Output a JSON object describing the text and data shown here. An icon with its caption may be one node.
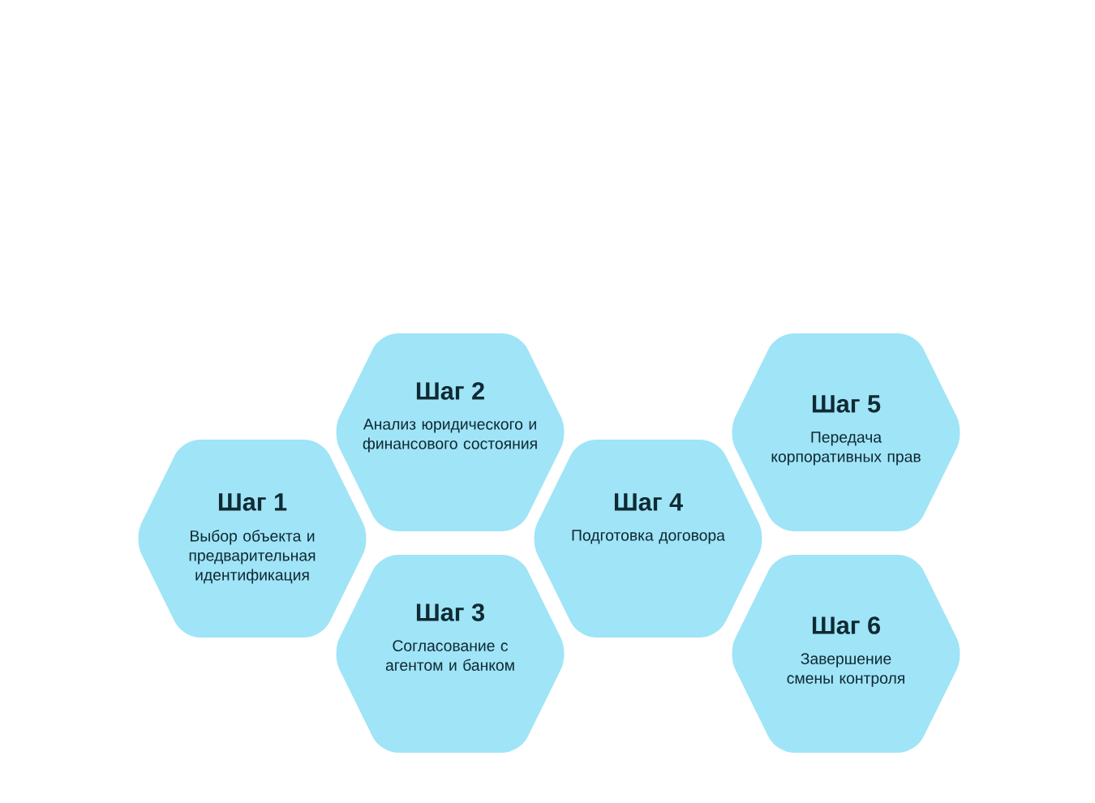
{
  "diagram": {
    "nodes": [
      {
        "text": [
          "Шаг 1",
          "Выбор объекта и предварительная идентификация"
        ]
      },
      {
        "text": [
          "Шаг 2",
          "Анализ юридического и финансового состояния"
        ]
      },
      {
        "text": [
          "Шаг 3",
          "Согласование с агентом и банком"
        ]
      },
      {
        "text": [
          "Шаг 4",
          "Подготовка договора"
        ]
      },
      {
        "text": [
          "Шаг 5",
          "Передача корпоративных прав"
        ]
      },
      {
        "text": [
          "Шаг 6",
          "Завершение смены контроля"
        ]
      }
    ]
  }
}
